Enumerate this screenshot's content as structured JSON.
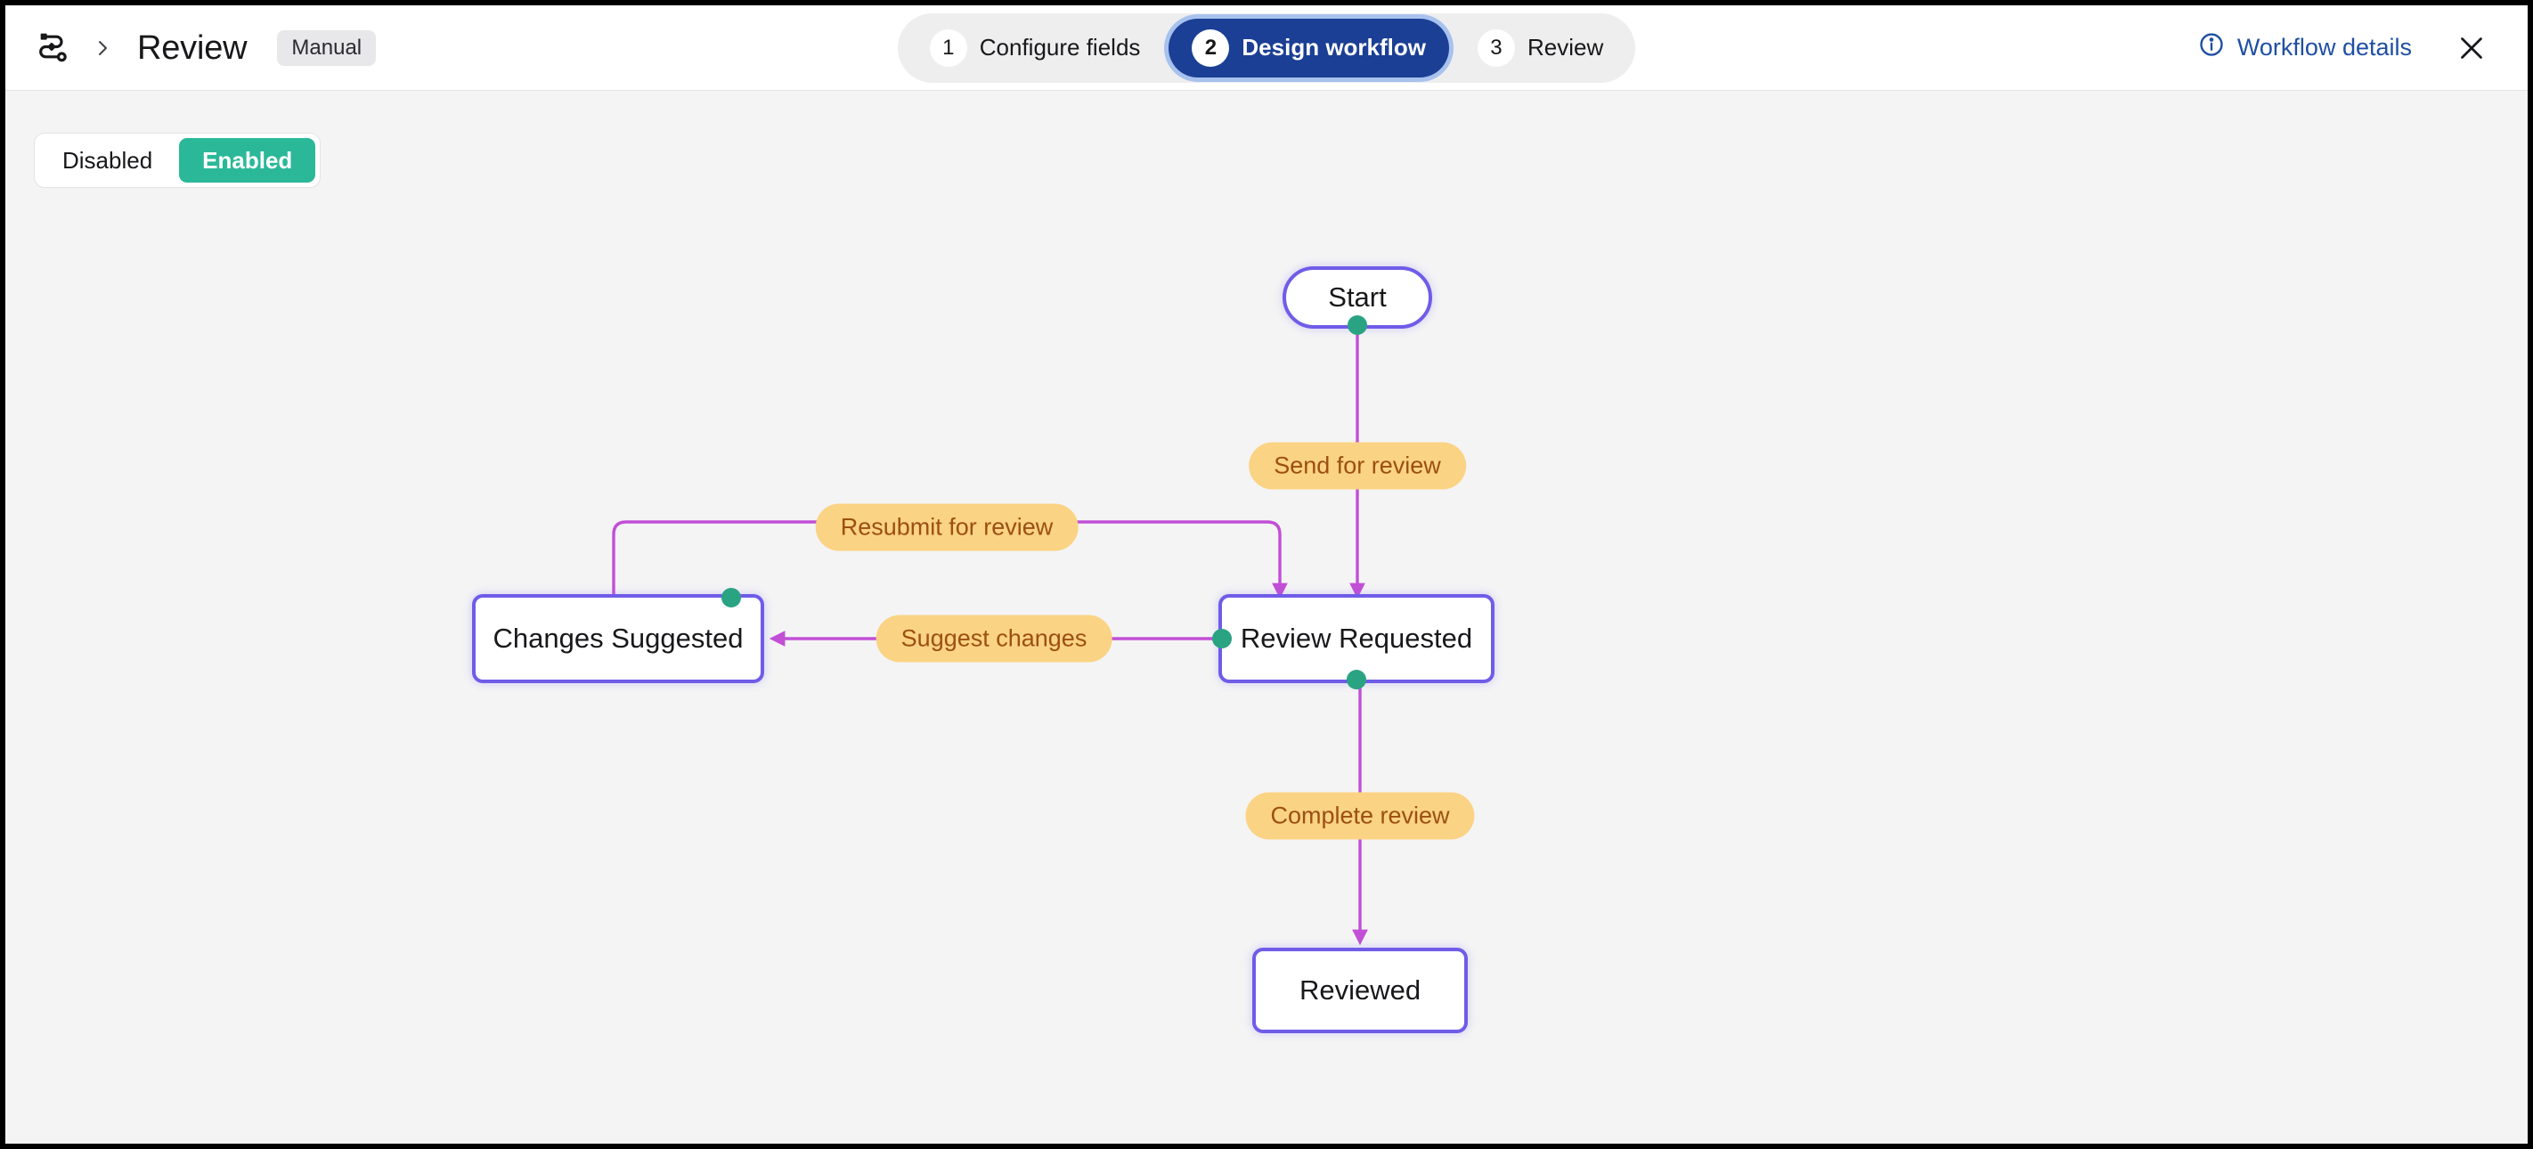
{
  "header": {
    "workflow_icon": "workflow-route-icon",
    "separator_icon": "chevron-right-icon",
    "title": "Review",
    "badge": "Manual",
    "details_icon": "info-circle-icon",
    "details_label": "Workflow details",
    "close_icon": "close-icon",
    "steps": [
      {
        "num": "1",
        "label": "Configure fields",
        "active": false
      },
      {
        "num": "2",
        "label": "Design workflow",
        "active": true
      },
      {
        "num": "3",
        "label": "Review",
        "active": false
      }
    ]
  },
  "toolbar": {
    "toggle": {
      "disabled_label": "Disabled",
      "enabled_label": "Enabled",
      "selected": "Enabled"
    }
  },
  "canvas": {
    "nodes": [
      {
        "id": "start",
        "label": "Start",
        "shape": "pill"
      },
      {
        "id": "review-requested",
        "label": "Review Requested",
        "shape": "rect"
      },
      {
        "id": "changes-suggested",
        "label": "Changes Suggested",
        "shape": "rect"
      },
      {
        "id": "reviewed",
        "label": "Reviewed",
        "shape": "rect"
      }
    ],
    "transitions": [
      {
        "id": "send-for-review",
        "label": "Send for review",
        "from": "start",
        "to": "review-requested"
      },
      {
        "id": "suggest-changes",
        "label": "Suggest changes",
        "from": "review-requested",
        "to": "changes-suggested"
      },
      {
        "id": "resubmit-for-review",
        "label": "Resubmit for review",
        "from": "changes-suggested",
        "to": "review-requested"
      },
      {
        "id": "complete-review",
        "label": "Complete review",
        "from": "review-requested",
        "to": "reviewed"
      }
    ]
  },
  "colors": {
    "node_border": "#6f5ce8",
    "edge": "#c24fd6",
    "handle": "#2aa383",
    "label_bg": "#fbd384",
    "label_text": "#9c4f13",
    "accent_blue": "#1b3f94",
    "enabled_green": "#2bb898",
    "canvas_bg": "#f4f4f5"
  }
}
